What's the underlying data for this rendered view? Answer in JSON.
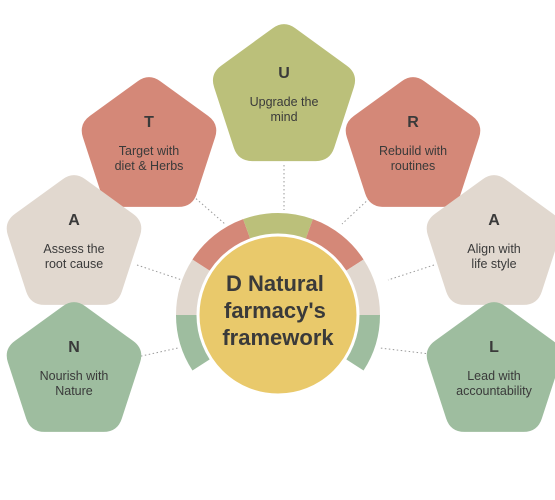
{
  "colors": {
    "red": "#d48878",
    "olive": "#bbc07a",
    "beige": "#e1d8cf",
    "green": "#9ebd9f",
    "center": "#e9c96b",
    "center_border": "#ffffff",
    "text": "#3a3a3a"
  },
  "center": {
    "title_lines": [
      "D Natural",
      "farmacy's",
      "framework"
    ]
  },
  "nodes": [
    {
      "id": "u",
      "letter": "U",
      "label": [
        "Upgrade the",
        "mind"
      ],
      "color": "olive"
    },
    {
      "id": "t",
      "letter": "T",
      "label": [
        "Target with",
        "diet & Herbs"
      ],
      "color": "red"
    },
    {
      "id": "r",
      "letter": "R",
      "label": [
        "Rebuild with",
        "routines"
      ],
      "color": "red"
    },
    {
      "id": "a-left",
      "letter": "A",
      "label": [
        "Assess the",
        "root cause"
      ],
      "color": "beige"
    },
    {
      "id": "a-right",
      "letter": "A",
      "label": [
        "Align with",
        "life style"
      ],
      "color": "beige"
    },
    {
      "id": "n",
      "letter": "N",
      "label": [
        "Nourish with",
        "Nature"
      ],
      "color": "green"
    },
    {
      "id": "l",
      "letter": "L",
      "label": [
        "Lead with",
        "accountability"
      ],
      "color": "green"
    }
  ],
  "ring_segments": [
    {
      "color": "green"
    },
    {
      "color": "beige"
    },
    {
      "color": "red"
    },
    {
      "color": "olive"
    },
    {
      "color": "red"
    },
    {
      "color": "beige"
    },
    {
      "color": "green"
    }
  ]
}
